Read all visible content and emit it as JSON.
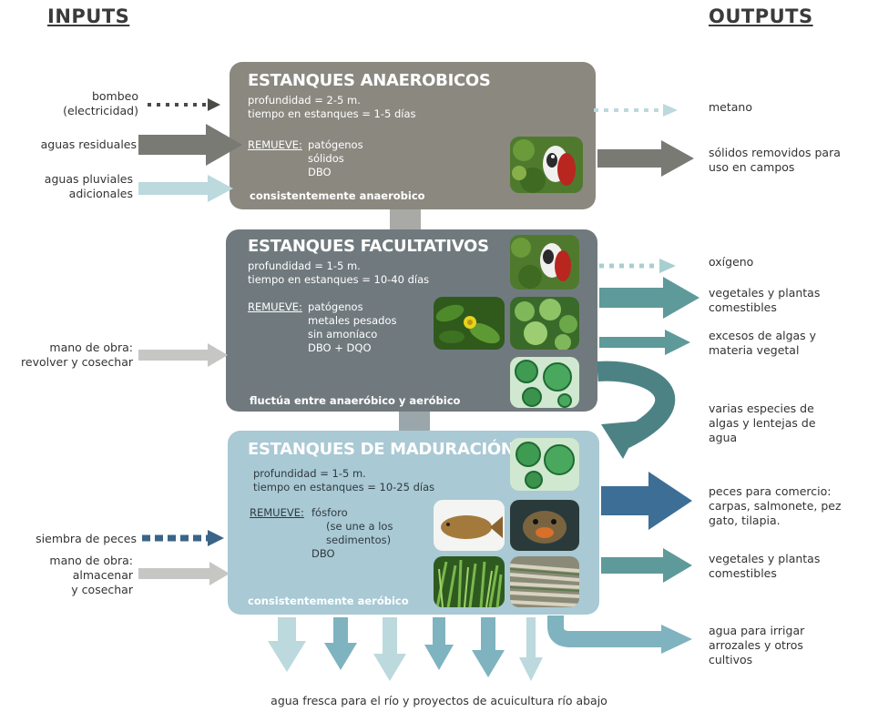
{
  "headers": {
    "inputs": "INPUTS",
    "outputs": "OUTPUTS"
  },
  "colors": {
    "anaerobic": "#8b8880",
    "facultative": "#707a7e",
    "maturation": "#a9c9d4",
    "arrow_gray": "#7a7a74",
    "arrow_teal": "#5e9a9a",
    "arrow_light": "#bcd9dd",
    "arrow_blue": "#3d6e96",
    "arrow_dark_teal": "#4d8285"
  },
  "ponds": [
    {
      "title": "ESTANQUES ANAEROBICOS",
      "details": [
        "profundidad = 2-5 m.",
        "tiempo en estanques = 1-5 días"
      ],
      "remueve_label": "REMUEVE:",
      "removes": [
        "patógenos",
        "sólidos",
        "DBO"
      ],
      "footer": "consistentemente anaerobico",
      "photos": [
        "pelican"
      ]
    },
    {
      "title": "ESTANQUES FACULTATIVOS",
      "details": [
        "profundidad = 1-5 m.",
        "tiempo en estanques = 10-40 días"
      ],
      "remueve_label": "REMUEVE:",
      "removes": [
        "patógenos",
        "metales pesados",
        "sin amoníaco",
        "DBO + DQO"
      ],
      "footer": "fluctúa entre anaeróbico y aeróbico",
      "photos": [
        "pelican",
        "duckweed-flower",
        "water-lettuce",
        "algae-cells"
      ]
    },
    {
      "title": "ESTANQUES DE MADURACIÓN",
      "details": [
        "profundidad = 1-5 m.",
        "tiempo en estanques = 10-25 días"
      ],
      "remueve_label": "REMUEVE:",
      "removes": [
        "fósforo",
        "(se une a los",
        "sedimentos)",
        "DBO"
      ],
      "footer": "consistentemente aeróbico",
      "photos": [
        "algae-cells",
        "carp",
        "catfish",
        "grass",
        "fish-pile"
      ]
    }
  ],
  "inputs": [
    {
      "label": "bombeo\n(electricidad)"
    },
    {
      "label": "aguas residuales"
    },
    {
      "label": "aguas pluviales\nadicionales"
    },
    {
      "label": "mano de obra:\nrevolver y cosechar"
    },
    {
      "label": "siembra de peces"
    },
    {
      "label": "mano de obra:\nalmacenar\ny cosechar"
    }
  ],
  "outputs": [
    {
      "label": "metano"
    },
    {
      "label": "sólidos removidos para\nuso en campos"
    },
    {
      "label": "oxígeno"
    },
    {
      "label": "vegetales y plantas\ncomestibles"
    },
    {
      "label": "excesos de algas y\nmateria vegetal"
    },
    {
      "label": "varias especies de\nalgas y lentejas de\nagua"
    },
    {
      "label": "peces para comercio:\ncarpas, salmonete, pez\ngato, tilapia."
    },
    {
      "label": "vegetales y plantas\ncomestibles"
    },
    {
      "label": "agua para irrigar\narrozales y otros\ncultivos"
    }
  ],
  "bottom_label": "agua fresca para el río y proyectos de acuicultura río abajo"
}
